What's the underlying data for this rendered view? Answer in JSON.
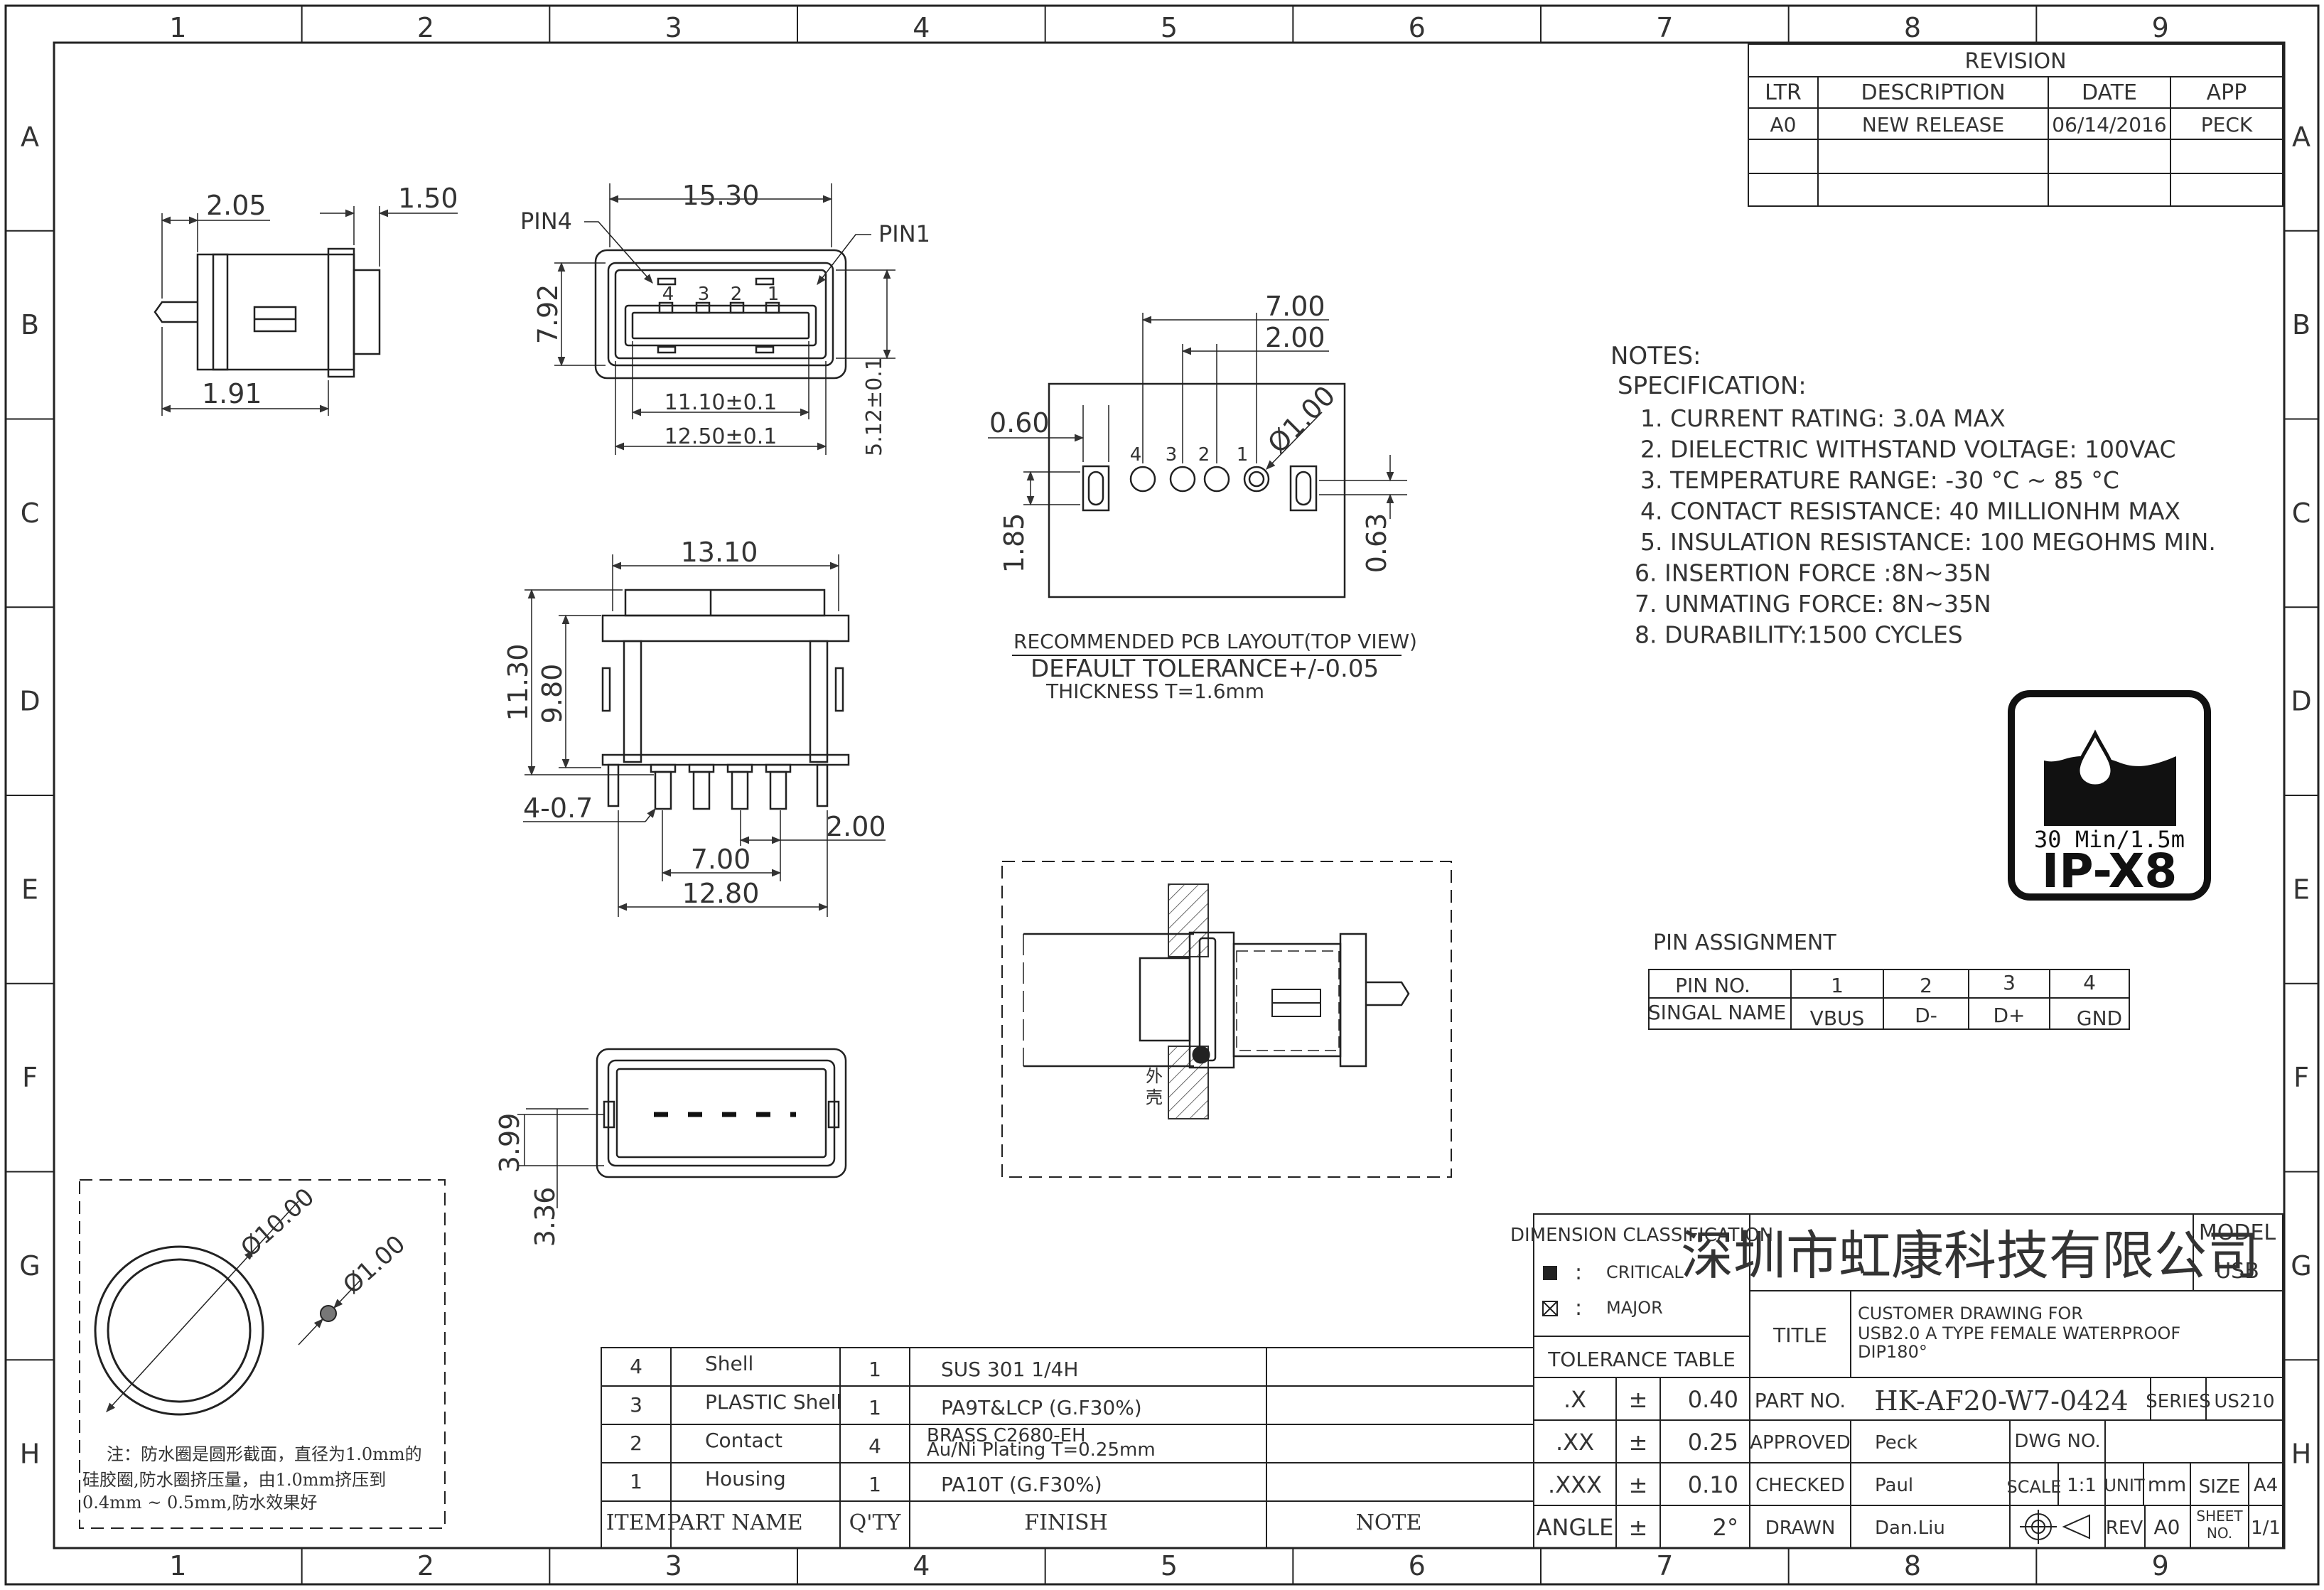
{
  "zones": {
    "columns": [
      "1",
      "2",
      "3",
      "4",
      "5",
      "6",
      "7",
      "8",
      "9"
    ],
    "rows": [
      "A",
      "B",
      "C",
      "D",
      "E",
      "F",
      "G",
      "H"
    ]
  },
  "revision": {
    "title": "REVISION",
    "headers": [
      "LTR",
      "DESCRIPTION",
      "DATE",
      "APP"
    ],
    "rows": [
      [
        "A0",
        "NEW RELEASE",
        "06/14/2016",
        "PECK"
      ]
    ]
  },
  "side_view": {
    "dims": [
      "2.05",
      "1.50",
      "1.91"
    ]
  },
  "front_view": {
    "pin4": "PIN4",
    "pin1": "PIN1",
    "pin_numbers": [
      "4",
      "3",
      "2",
      "1"
    ],
    "dims": [
      "15.30",
      "7.92",
      "11.10±0.1",
      "12.50±0.1",
      "5.12±0.1"
    ]
  },
  "pcb_layout": {
    "pin_numbers": [
      "4",
      "3",
      "2",
      "1"
    ],
    "dims": [
      "7.00",
      "2.00",
      "0.60",
      "Ø1.00",
      "1.85",
      "0.63"
    ],
    "caption": "RECOMMENDED PCB LAYOUT(TOP VIEW)",
    "tolerance": "DEFAULT TOLERANCE+/-0.05",
    "thickness": "THICKNESS T=1.6mm"
  },
  "notes": {
    "title": "NOTES:",
    "subtitle": "SPECIFICATION:",
    "items": [
      "1. CURRENT RATING: 3.0A MAX",
      "2. DIELECTRIC WITHSTAND VOLTAGE: 100VAC",
      "3. TEMPERATURE RANGE: -30 °C ~ 85 °C",
      "4. CONTACT RESISTANCE: 40 MILLIONHM MAX",
      "5. INSULATION RESISTANCE: 100 MEGOHMS MIN.",
      "6. INSERTION FORCE :8N~35N",
      "7. UNMATING FORCE: 8N~35N",
      "8. DURABILITY:1500 CYCLES"
    ]
  },
  "ip_badge": {
    "line1": "30 Min/1.5m",
    "line2": "IP-X8"
  },
  "elevation_view": {
    "dims": [
      "13.10",
      "11.30",
      "9.80",
      "4-0.7",
      "2.00",
      "7.00",
      "12.80"
    ]
  },
  "bottom_view": {
    "dims": [
      "3.99",
      "3.36"
    ]
  },
  "section_view": {
    "label": "外壳"
  },
  "pin_assignment": {
    "title": "PIN ASSIGNMENT",
    "headers": [
      "PIN NO.",
      "1",
      "2",
      "3",
      "4"
    ],
    "row_label": "SINGAL NAME",
    "signals": [
      "VBUS",
      "D-",
      "D+",
      "GND"
    ]
  },
  "oring": {
    "dims": [
      "Ø10.00",
      "Ø1.00"
    ],
    "note": [
      "注：防水圈是圆形截面，直径为1.0mm的",
      "硅胶圈,防水圈挤压量，由1.0mm挤压到",
      "0.4mm ~ 0.5mm,防水效果好"
    ]
  },
  "bom": {
    "headers": [
      "ITEM",
      "PART NAME",
      "Q'TY",
      "FINISH",
      "NOTE"
    ],
    "rows": [
      {
        "item": "4",
        "part": "Shell",
        "qty": "1",
        "finish": [
          "SUS 301 1/4H"
        ]
      },
      {
        "item": "3",
        "part": "PLASTIC Shell",
        "qty": "1",
        "finish": [
          "PA9T&LCP (G.F30%)"
        ]
      },
      {
        "item": "2",
        "part": "Contact",
        "qty": "4",
        "finish": [
          "BRASS C2680-EH",
          "Au/Ni  Plating   T=0.25mm"
        ]
      },
      {
        "item": "1",
        "part": "Housing",
        "qty": "1",
        "finish": [
          "PA10T (G.F30%)"
        ]
      }
    ]
  },
  "title_block": {
    "dim_class": "DIMENSION CLASSIFICATION",
    "critical": "CRITICAL",
    "major": "MAJOR",
    "colon": ":",
    "tolerance_title": "TOLERANCE TABLE",
    "tolerances": [
      {
        "k": ".X",
        "pm": "±",
        "v": "0.40"
      },
      {
        "k": ".XX",
        "pm": "±",
        "v": "0.25"
      },
      {
        "k": ".XXX",
        "pm": "±",
        "v": "0.10"
      },
      {
        "k": "ANGLE",
        "pm": "±",
        "v": "2°"
      }
    ],
    "company": "深圳市虹康科技有限公司",
    "model_label": "MODEL",
    "model_value": "USB",
    "title_label": "TITLE",
    "title_lines": [
      "CUSTOMER DRAWING FOR",
      "USB2.0 A TYPE FEMALE WATERPROOF",
      "DIP180°"
    ],
    "part_no_label": "PART NO.",
    "part_no": "HK-AF20-W7-0424",
    "series_label": "SERIES",
    "series": "US210",
    "approved_label": "APPROVED",
    "approved": "Peck",
    "dwg_no_label": "DWG NO.",
    "checked_label": "CHECKED",
    "checked": "Paul",
    "scale_label": "SCALE",
    "scale": "1:1",
    "unit_label": "UNIT",
    "unit": "mm",
    "size_label": "SIZE",
    "size": "A4",
    "drawn_label": "DRAWN",
    "drawn": "Dan.Liu",
    "rev_label": "REV",
    "rev": "A0",
    "sheet_label": "SHEET",
    "sheet_label2": "NO.",
    "sheet": "1/1"
  }
}
